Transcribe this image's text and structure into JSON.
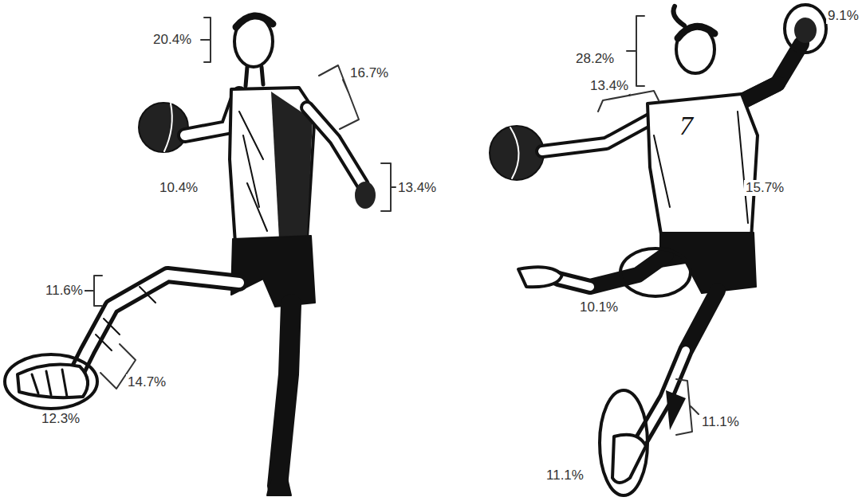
{
  "diagram": {
    "labels": [
      "20.4%",
      "16.7%",
      "10.4%",
      "13.4%",
      "11.6%",
      "14.7%",
      "12.3%",
      "28.2%",
      "9.1%",
      "13.4%",
      "7",
      "15.7%",
      "10.1%",
      "11.1%",
      "11.1%"
    ]
  }
}
